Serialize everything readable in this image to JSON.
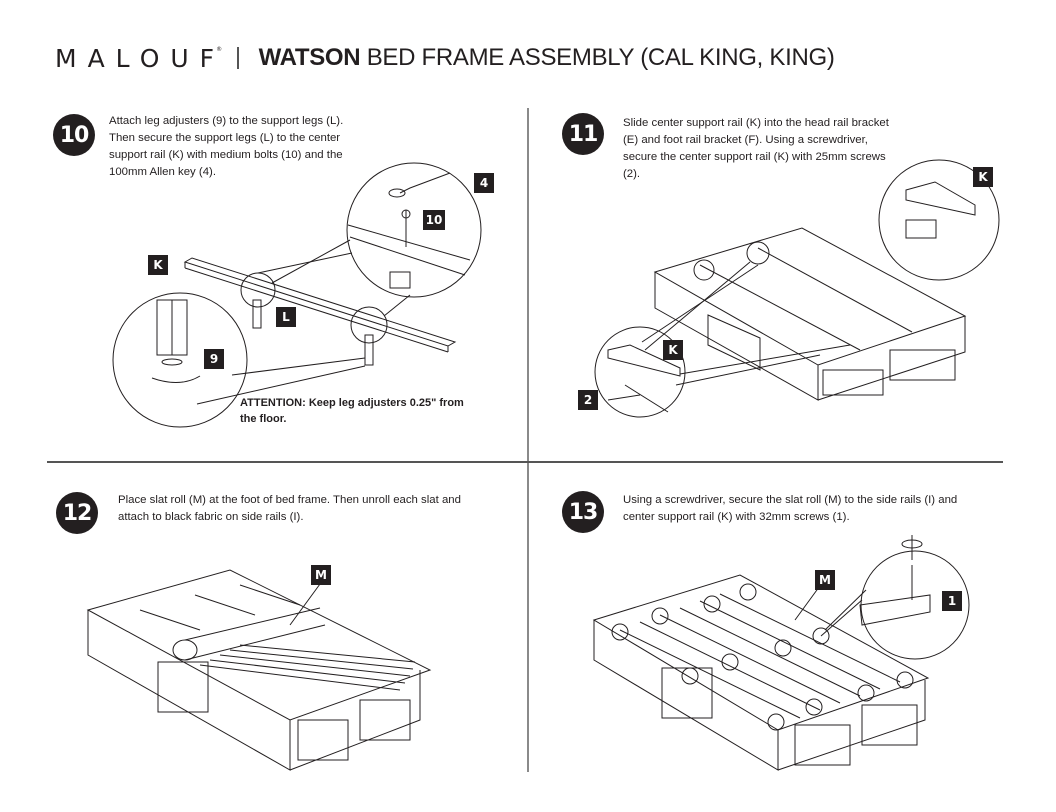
{
  "header": {
    "brand": "MALOUF",
    "brand_mark": "®",
    "title_bold": "WATSON",
    "title_rest": " BED FRAME ASSEMBLY (CAL KING, KING)"
  },
  "steps": [
    {
      "number": "10",
      "text": "Attach leg adjusters (9) to the support legs (L). Then secure the support legs (L) to the center support rail (K) with medium bolts (10) and the 100mm Allen key (4).",
      "callouts": [
        "K",
        "L",
        "4",
        "10",
        "9"
      ],
      "note": "ATTENTION: Keep leg adjusters 0.25\" from the floor."
    },
    {
      "number": "11",
      "text": "Slide center support rail (K) into the head rail bracket (E) and foot rail bracket (F). Using a screwdriver, secure the center support rail (K) with 25mm screws (2).",
      "callouts": [
        "K",
        "K",
        "2"
      ]
    },
    {
      "number": "12",
      "text": "Place slat roll (M) at the foot of bed frame. Then unroll each slat and attach to black fabric on side rails (I).",
      "callouts": [
        "M"
      ]
    },
    {
      "number": "13",
      "text": "Using a screwdriver, secure the slat roll (M) to the side rails (I) and center support rail (K) with 32mm screws (1).",
      "callouts": [
        "M",
        "1"
      ]
    }
  ]
}
